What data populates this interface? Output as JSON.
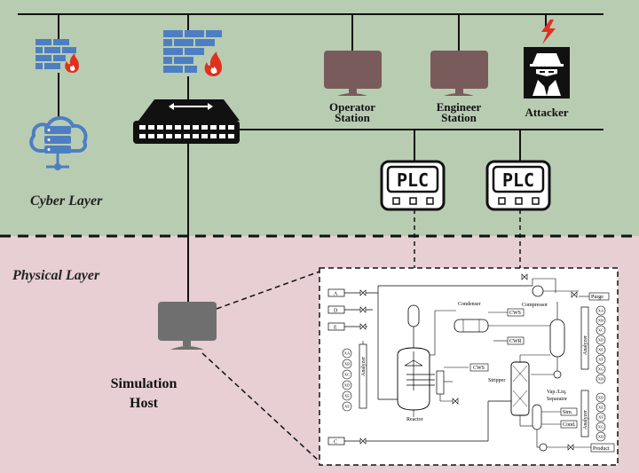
{
  "layers": {
    "cyber": "Cyber Layer",
    "physical": "Physical Layer"
  },
  "nodes": {
    "operator_station": "Operator\nStation",
    "engineer_station": "Engineer\nStation",
    "attacker": "Attacker",
    "plc_1": "PLC",
    "plc_2": "PLC",
    "simulation_host": "Simulation\nHost"
  },
  "process": {
    "feeds": [
      "A",
      "D",
      "E",
      "C"
    ],
    "units": {
      "condenser": "Condenser",
      "compressor": "Compressor",
      "reactor": "Reactor",
      "stripper": "Stripper",
      "separator": "Vap./Liq.\nSeparator",
      "analyzer": "Analyzer"
    },
    "streams": {
      "purge": "Purge",
      "cws_1": "CWS",
      "cwr": "CWR",
      "cws_2": "CWS",
      "stm": "Stm.",
      "cond": "Cond.",
      "product": "Product"
    },
    "xmeas_left": [
      "XA",
      "XB",
      "XC",
      "XD",
      "XE",
      "XF"
    ],
    "xmeas_right_top": [
      "XA",
      "XB",
      "XC",
      "XD",
      "XE",
      "XF",
      "XG",
      "XH"
    ],
    "xmeas_right_bottom": [
      "XD",
      "XE",
      "XF",
      "XG",
      "XH"
    ]
  },
  "colors": {
    "cyber_bg": "#b8ccb2",
    "physical_bg": "#e7cfd3",
    "firewall": "#4e7ec2",
    "flame": "#e03020",
    "station": "#7a5b5b",
    "host": "#6f6f6f"
  },
  "icons": [
    "firewall-icon",
    "flame-icon",
    "cloud-server-icon",
    "network-switch-icon",
    "monitor-icon",
    "hacker-icon",
    "lightning-icon",
    "plc-icon"
  ]
}
